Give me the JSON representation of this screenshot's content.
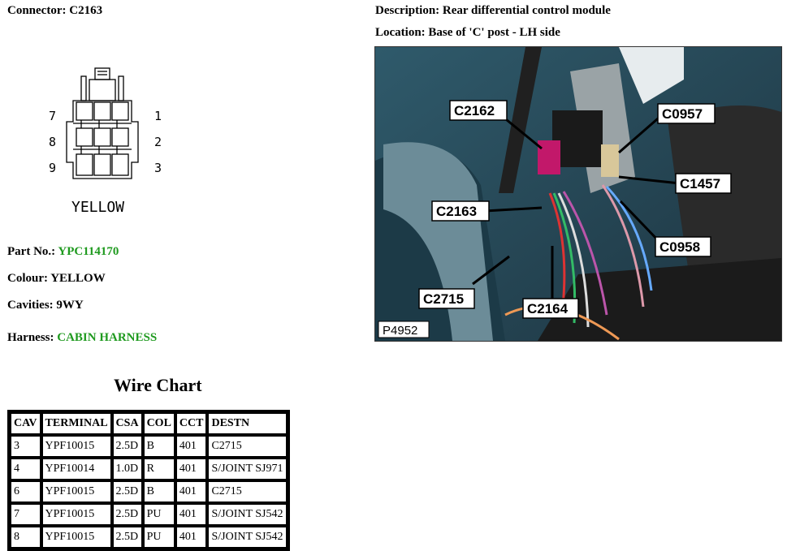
{
  "connector": {
    "label": "Connector:",
    "value": "C2163"
  },
  "description": {
    "label": "Description:",
    "value": "Rear differential control module"
  },
  "location": {
    "label": "Location:",
    "value": "Base of 'C' post - LH side"
  },
  "diagram": {
    "pins_left": [
      "7",
      "8",
      "9"
    ],
    "pins_right": [
      "1",
      "2",
      "3"
    ],
    "colour_text": "YELLOW"
  },
  "details": {
    "part_no": {
      "label": "Part No.:",
      "value": "YPC114170"
    },
    "colour": {
      "label": "Colour:",
      "value": "YELLOW"
    },
    "cavities": {
      "label": "Cavities:",
      "value": "9WY"
    },
    "harness": {
      "label": "Harness:",
      "value": "CABIN HARNESS"
    }
  },
  "photo": {
    "callouts": [
      "C2162",
      "C0957",
      "C1457",
      "C2163",
      "C0958",
      "C2715",
      "C2164"
    ],
    "ref": "P4952"
  },
  "wire_chart": {
    "title": "Wire Chart",
    "headers": [
      "CAV",
      "TERMINAL",
      "CSA",
      "COL",
      "CCT",
      "DESTN"
    ],
    "rows": [
      [
        "3",
        "YPF10015",
        "2.5D",
        "B",
        "401",
        "C2715"
      ],
      [
        "4",
        "YPF10014",
        "1.0D",
        "R",
        "401",
        "S/JOINT SJ971"
      ],
      [
        "6",
        "YPF10015",
        "2.5D",
        "B",
        "401",
        "C2715"
      ],
      [
        "7",
        "YPF10015",
        "2.5D",
        "PU",
        "401",
        "S/JOINT SJ542"
      ],
      [
        "8",
        "YPF10015",
        "2.5D",
        "PU",
        "401",
        "S/JOINT SJ542"
      ]
    ]
  },
  "colors": {
    "accent_green": "#1f9a1f"
  }
}
